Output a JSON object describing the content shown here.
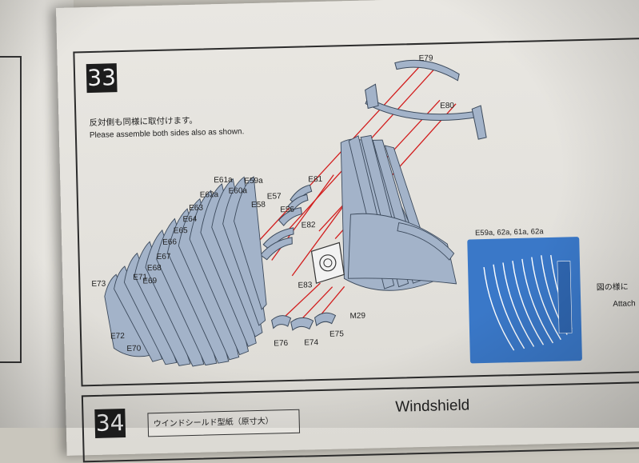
{
  "step33": {
    "number": "33",
    "instruction_ja": "反対側も同様に取付けます。",
    "instruction_en": "Please assemble both sides also as shown."
  },
  "parts": {
    "e79": "E79",
    "e80": "E80",
    "e81": "E81",
    "e82": "E82",
    "e83": "E83",
    "e56": "E56",
    "e57": "E57",
    "e58": "E58",
    "e59a": "E59a",
    "e60a": "E60a",
    "e61a": "E61a",
    "e62a": "E62a",
    "e63": "E63",
    "e64": "E64",
    "e65": "E65",
    "e66": "E66",
    "e67": "E67",
    "e68": "E68",
    "e69": "E69",
    "e71": "E71",
    "e73": "E73",
    "e72": "E72",
    "e70": "E70",
    "e76": "E76",
    "e74": "E74",
    "e75": "E75",
    "m29": "M29"
  },
  "inset": {
    "title": "E59a, 62a, 61a, 62a"
  },
  "side_note": {
    "ja": "図の様に",
    "en": "Attach"
  },
  "step34": {
    "number": "34",
    "template_label": "ウインドシールド型紙（原寸大）",
    "heading": "Windshield"
  },
  "colors": {
    "part_fill": "#a3b3c9",
    "part_stroke": "#3c4a5c",
    "leader_line": "#d21e1e",
    "inset_bg": "#3a78c8"
  }
}
